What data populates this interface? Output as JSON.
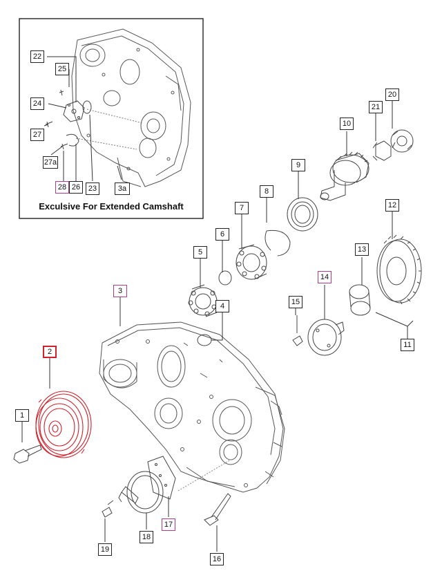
{
  "inset": {
    "caption": "Exculsive For Extended Camshaft"
  },
  "callouts": {
    "c1": "1",
    "c2": "2",
    "c3": "3",
    "c3a": "3a",
    "c4": "4",
    "c5": "5",
    "c6": "6",
    "c7": "7",
    "c8": "8",
    "c9": "9",
    "c10": "10",
    "c11": "11",
    "c12": "12",
    "c13": "13",
    "c14": "14",
    "c15": "15",
    "c16": "16",
    "c17": "17",
    "c18": "18",
    "c19": "19",
    "c20": "20",
    "c21": "21",
    "c22": "22",
    "c23": "23",
    "c24": "24",
    "c25": "25",
    "c26": "26",
    "c27": "27",
    "c27a": "27a",
    "c28": "28"
  },
  "colors": {
    "line": "#333333",
    "selected_part": "#d0202a",
    "highlight_label": "#b03a8c"
  }
}
